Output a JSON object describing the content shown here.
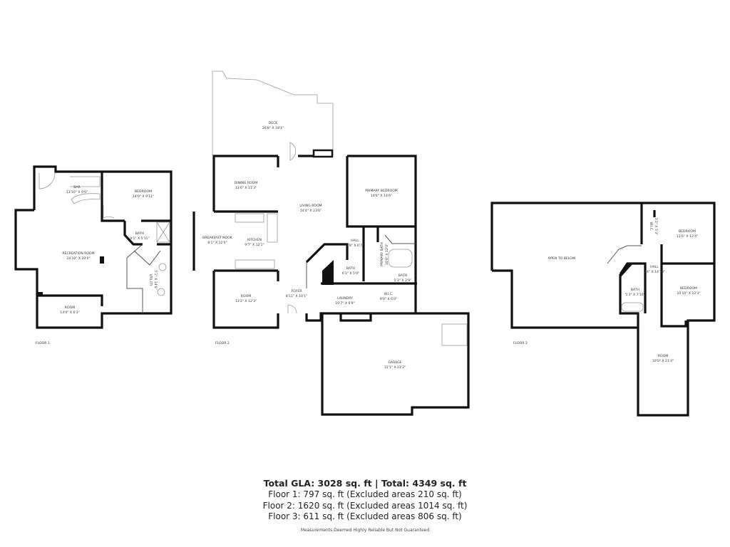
{
  "floors": [
    {
      "label": "FLOOR 1",
      "rooms": [
        {
          "name": "BAR",
          "dims": "13'10\" X 9'6\""
        },
        {
          "name": "BEDROOM",
          "dims": "14'0\" X 9'11\""
        },
        {
          "name": "BATH",
          "dims": "9'1\" X 5'11\""
        },
        {
          "name": "RECREATION ROOM",
          "dims": "24'10\" X 20'0\""
        },
        {
          "name": "UTILITY",
          "dims": "5'1\" X 14'6\""
        },
        {
          "name": "ROOM",
          "dims": "14'0\" X 6'3\""
        }
      ]
    },
    {
      "label": "FLOOR 2",
      "rooms": [
        {
          "name": "DECK",
          "dims": "26'8\" X 18'1\""
        },
        {
          "name": "DINING ROOM",
          "dims": "13'6\" X 11'3\""
        },
        {
          "name": "LIVING ROOM",
          "dims": "14'4\" X 23'6\""
        },
        {
          "name": "PRIMARY BEDROOM",
          "dims": "14'6\" X 14'6\""
        },
        {
          "name": "BREAKFAST NOOK",
          "dims": "8'1\" X 12'0\""
        },
        {
          "name": "KITCHEN",
          "dims": "9'7\" X 12'1\""
        },
        {
          "name": "HALL",
          "dims": "3'8\" X 6'7\""
        },
        {
          "name": "PRIMARY BATH",
          "dims": "10'9\" X 12'0\""
        },
        {
          "name": "BATH",
          "dims": "6'1\" X 5'0\""
        },
        {
          "name": "BATH",
          "dims": "5'3\" X 2'9\""
        },
        {
          "name": "ROOM",
          "dims": "13'2\" X 12'3\""
        },
        {
          "name": "FOYER",
          "dims": "8'11\" X 10'1\""
        },
        {
          "name": "LAUNDRY",
          "dims": "10'7\" X 6'9\""
        },
        {
          "name": "W.I.C.",
          "dims": "9'0\" X 6'0\""
        },
        {
          "name": "GARAGE",
          "dims": "31'1\" X 21'2\""
        }
      ]
    },
    {
      "label": "FLOOR 3",
      "rooms": [
        {
          "name": "OPEN TO BELOW",
          "dims": ""
        },
        {
          "name": "W.I.C.",
          "dims": "3'2\" X 5'3\""
        },
        {
          "name": "BEDROOM",
          "dims": "11'6\" X 12'4\""
        },
        {
          "name": "HALL",
          "dims": "3'4\" X 14'10\""
        },
        {
          "name": "BATH",
          "dims": "5'3\" X 7'10\""
        },
        {
          "name": "BEDROOM",
          "dims": "10'10\" X 12'3\""
        },
        {
          "name": "ROOM",
          "dims": "10'0\" X 21'4\""
        }
      ]
    }
  ],
  "summary": {
    "total": "Total GLA: 3028 sq. ft | Total: 4349 sq. ft",
    "floor1": "Floor 1: 797 sq. ft (Excluded areas 210 sq. ft)",
    "floor2": "Floor 2: 1620 sq. ft (Excluded areas 1014 sq. ft)",
    "floor3": "Floor 3: 611 sq. ft (Excluded areas 806 sq. ft)",
    "disclaimer": "Measurements Deemed Highly Reliable But Not Guaranteed"
  }
}
